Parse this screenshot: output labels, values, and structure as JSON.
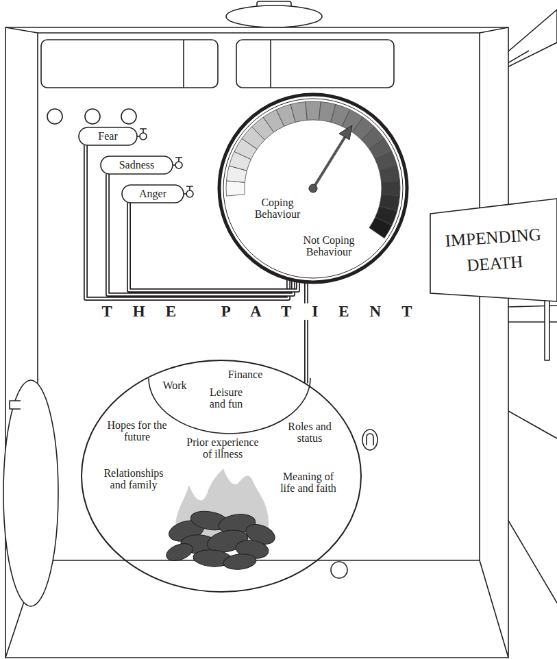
{
  "diagram": {
    "nodes": [
      {
        "text": [
          "THE PATIENT"
        ]
      },
      {
        "text": [
          "Fear"
        ],
        "in": 0
      },
      {
        "text": [
          "Sadness"
        ],
        "in": 0
      },
      {
        "text": [
          "Anger"
        ],
        "in": 0
      },
      {
        "text": [
          "Coping Behaviour",
          "Not Coping Behaviour"
        ],
        "in": 0
      },
      {
        "text": [
          "Hopes for the future",
          "Roles and status",
          "Prior experience of illness",
          "Relationships and family",
          "Meaning of life and faith"
        ],
        "in": 0
      },
      {
        "text": [
          "Work",
          "Finance",
          "Leisure and fun"
        ],
        "in": 5
      },
      {
        "text": [
          "IMPENDING DEATH"
        ]
      }
    ],
    "edges": [
      {
        "from": 1,
        "to": 4,
        "arrow": "none"
      },
      {
        "from": 2,
        "to": 4,
        "arrow": "none"
      },
      {
        "from": 3,
        "to": 4,
        "arrow": "none"
      },
      {
        "from": 5,
        "to": 4,
        "arrow": "none"
      }
    ]
  }
}
